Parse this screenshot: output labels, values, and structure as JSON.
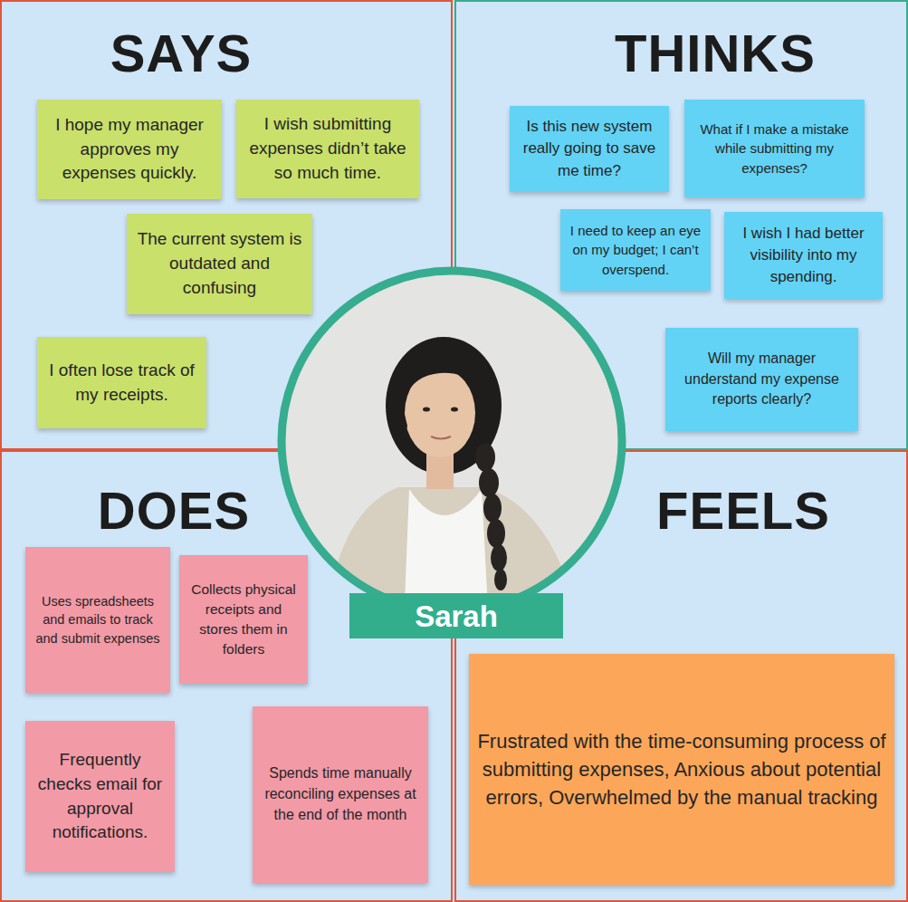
{
  "diagram": {
    "nodes": [
      {
        "text": [
          "SAYS"
        ]
      },
      {
        "text": [
          "I hope my manager approves my expenses quickly."
        ],
        "in": 0
      },
      {
        "text": [
          "I wish submitting expenses didn’t take so much time."
        ],
        "in": 0
      },
      {
        "text": [
          "The current system is outdated and confusing"
        ],
        "in": 0
      },
      {
        "text": [
          "I often lose track of my receipts."
        ],
        "in": 0
      },
      {
        "text": [
          "THINKS"
        ]
      },
      {
        "text": [
          "Is this new system really going to save me time?"
        ],
        "in": 5
      },
      {
        "text": [
          "What if I make a mistake while submitting my expenses?"
        ],
        "in": 5
      },
      {
        "text": [
          "I need to keep an eye on my budget; I can’t overspend."
        ],
        "in": 5
      },
      {
        "text": [
          "I wish I had better visibility into my spending."
        ],
        "in": 5
      },
      {
        "text": [
          "Will my manager understand my expense reports clearly?"
        ],
        "in": 5
      },
      {
        "text": [
          "DOES"
        ]
      },
      {
        "text": [
          "Uses spreadsheets and emails to track and submit expenses"
        ],
        "in": 11
      },
      {
        "text": [
          "Collects physical receipts and stores them in folders"
        ],
        "in": 11
      },
      {
        "text": [
          "Frequently checks email for approval notifications."
        ],
        "in": 11
      },
      {
        "text": [
          "Spends time manually reconciling expenses at the end of the month"
        ],
        "in": 11
      },
      {
        "text": [
          "FEELS"
        ]
      },
      {
        "text": [
          "Frustrated with the time-consuming process of submitting expenses, Anxious about potential errors, Overwhelmed by the manual tracking"
        ],
        "in": 16
      },
      {
        "text": [
          "Sarah"
        ]
      }
    ]
  }
}
